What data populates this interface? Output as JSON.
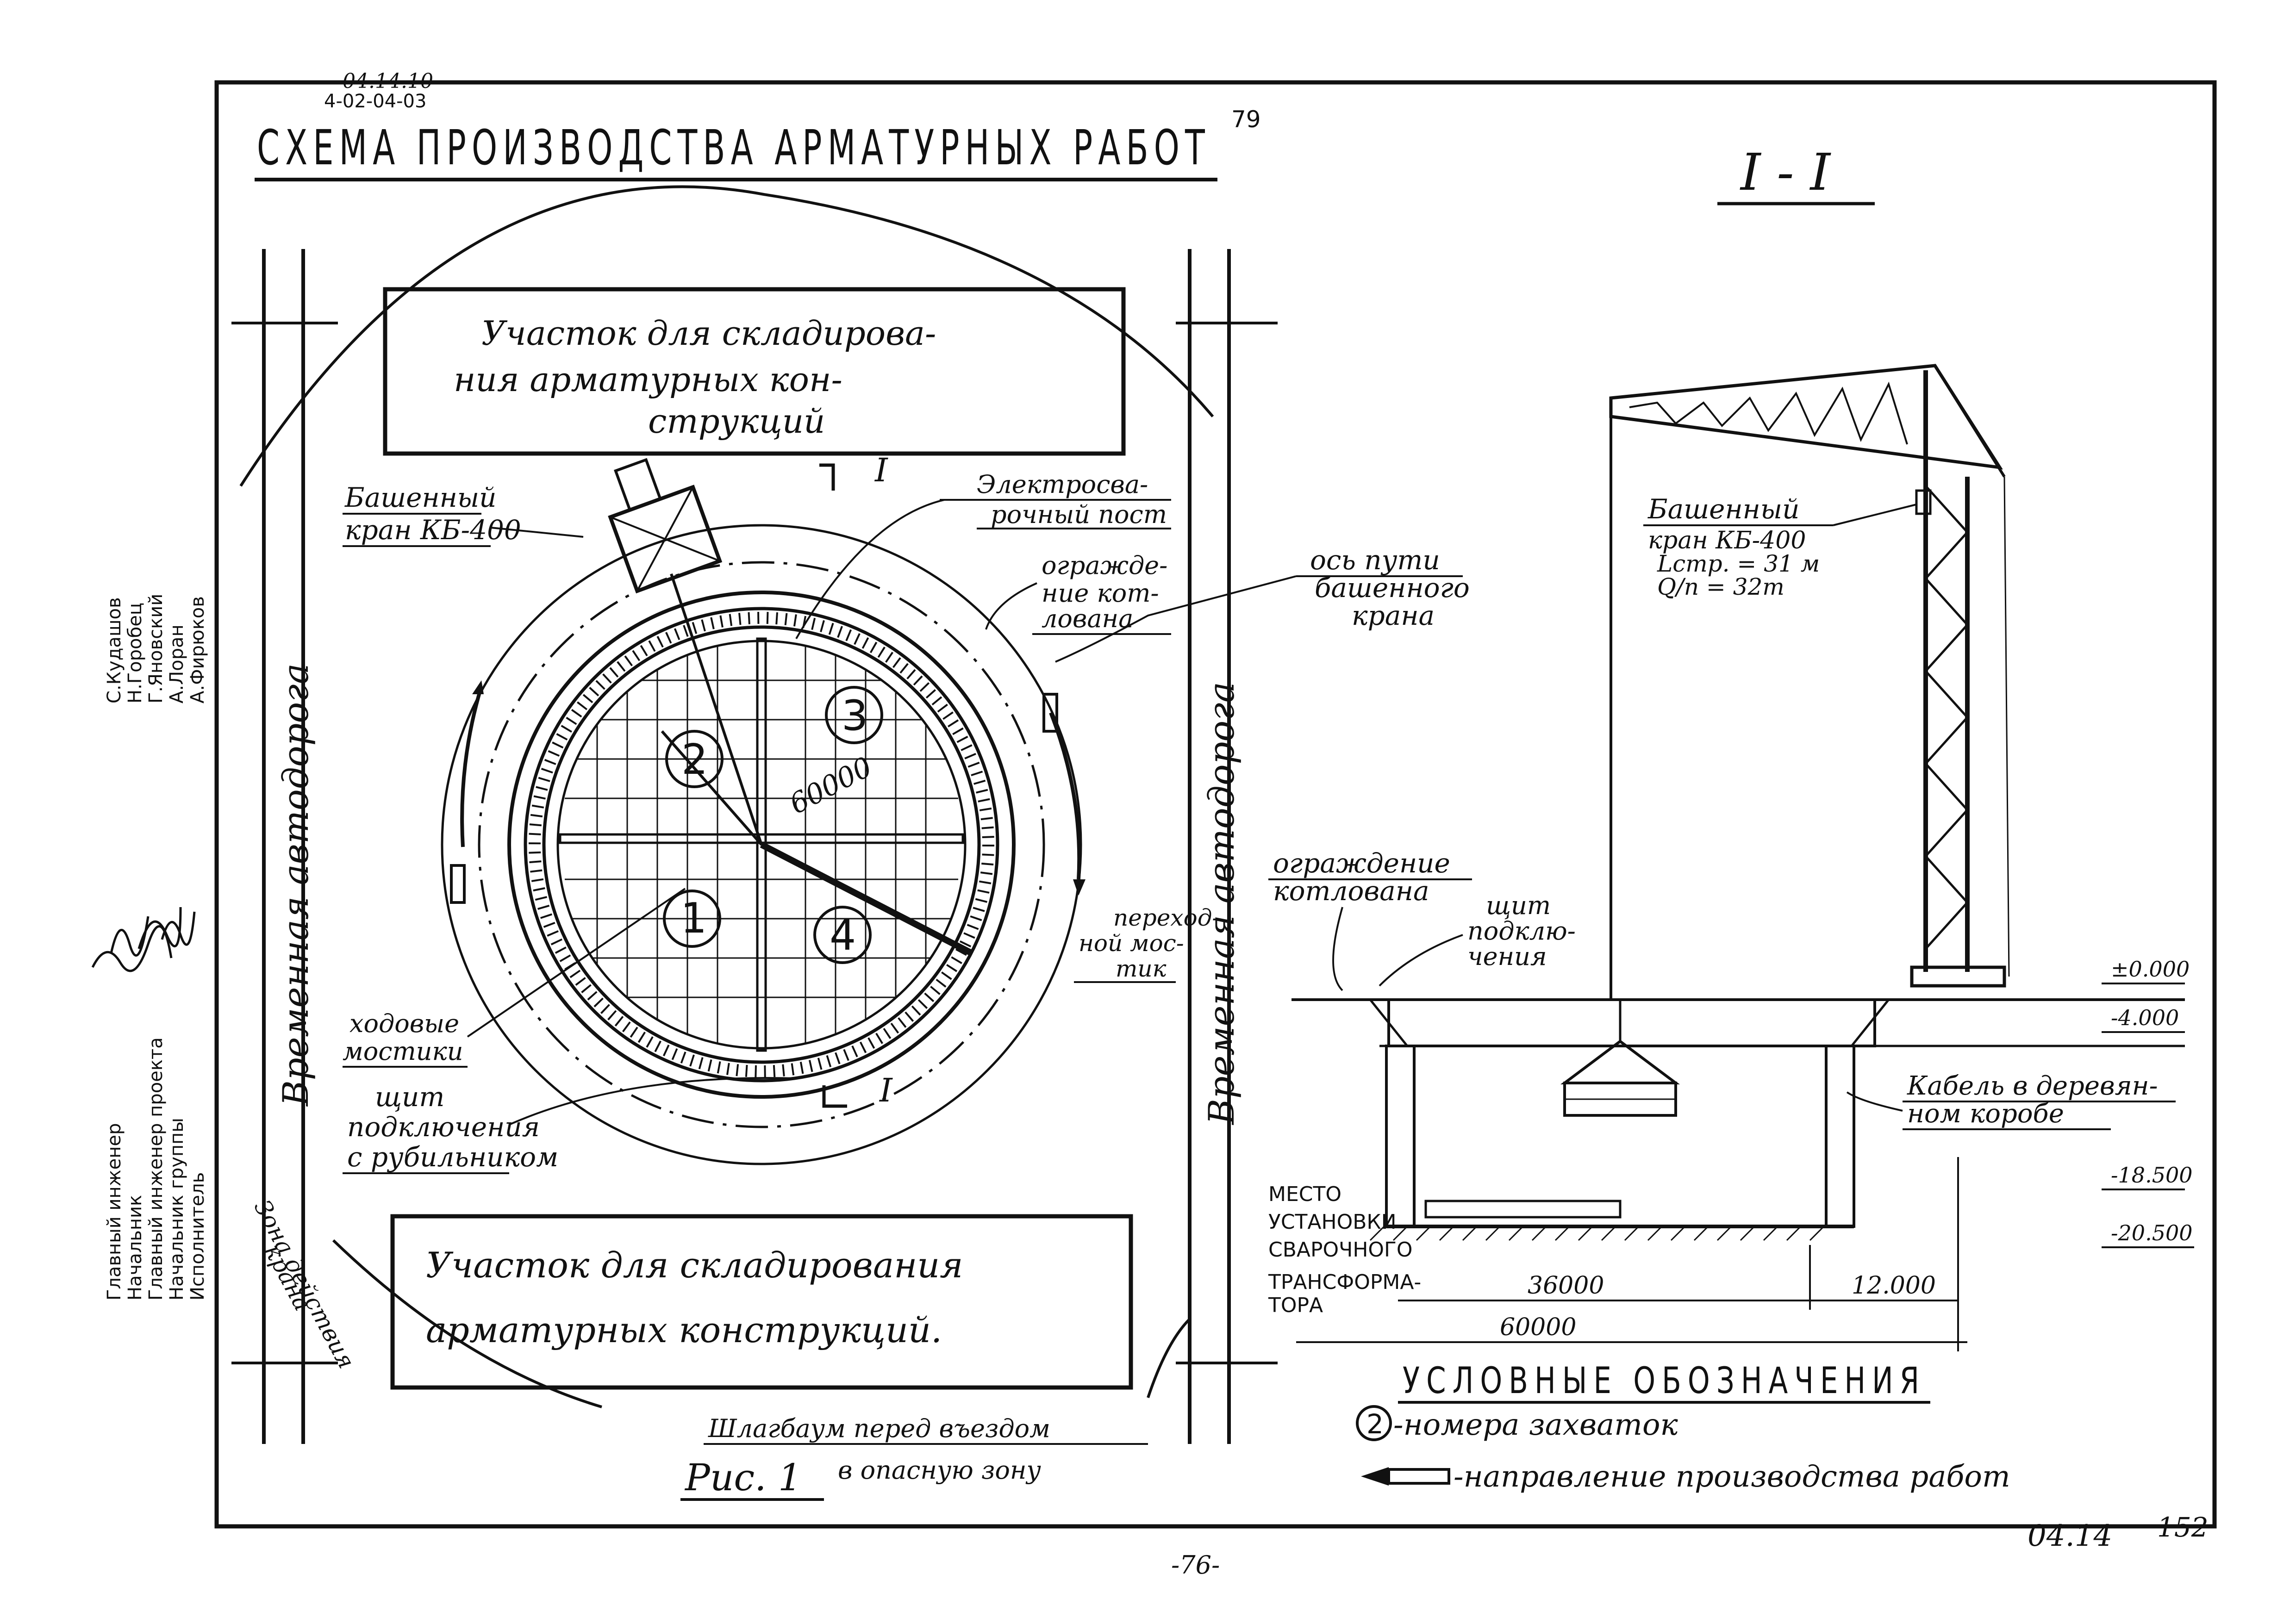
{
  "sheet": {
    "doc_code_top": "04.14.10",
    "doc_code": "4-02-04-03",
    "title": "СХЕМА ПРОИЗВОДСТВА АРМАТУРНЫХ РАБОТ",
    "page_number": "79",
    "section_label": "I - I",
    "figure_label": "Рис. 1",
    "footer_page": "-76-",
    "footer_code": "04.14",
    "footer_number": "152"
  },
  "plan": {
    "storage_top": [
      "Участок для складирова-",
      "ния арматурных кон-",
      "струкций"
    ],
    "storage_bottom": [
      "Участок для складирования",
      "арматурных конструкций."
    ],
    "road_label": "Временная автодорога",
    "crane_label": [
      "Башенный",
      "кран КБ-400"
    ],
    "welding_post": [
      "Электросва-",
      "рочный пост"
    ],
    "pit_fence": [
      "огражде-",
      "ние кот-",
      "лована"
    ],
    "crane_track_axis": [
      "ось пути",
      "башенного",
      "крана"
    ],
    "walkways": [
      "ходовые",
      "мостики"
    ],
    "switchboard": [
      "щит",
      "подключения",
      "с рубильником"
    ],
    "transition_bridge": [
      "переход-",
      "ной мос-",
      "тик"
    ],
    "crane_zone": [
      "Зона действия",
      "крана"
    ],
    "barrier": [
      "Шлагбаум перед въездом",
      "в опасную зону"
    ],
    "dimension_radius": "60000",
    "section_mark": "I",
    "zones": [
      "1",
      "2",
      "3",
      "4"
    ]
  },
  "section": {
    "crane_label": [
      "Башенный",
      "кран КБ-400",
      "Lстр. = 31 м",
      "Q/п = 32т"
    ],
    "pit_fence": [
      "ограждение",
      "котлована"
    ],
    "switchboard": [
      "щит",
      "подклю-",
      "чения"
    ],
    "cable": [
      "Кабель в деревян-",
      "ном коробе"
    ],
    "transformer": [
      "МЕСТО",
      "УСТАНОВКИ",
      "СВАРОЧНОГО",
      "ТРАНСФОРМА-",
      "ТОРА"
    ],
    "levels": [
      "±0.000",
      "-4.000",
      "-18.500",
      "-20.500"
    ],
    "dims": [
      "36000",
      "12.000",
      "60000"
    ]
  },
  "legend": {
    "title": "УСЛОВНЫЕ ОБОЗНАЧЕНИЯ",
    "marker": "2",
    "item1": "-номера захваток",
    "item2": "-направление производства работ"
  },
  "stamp": {
    "roles": [
      "Главный инженер",
      "Начальник",
      "Главный инженер проекта",
      "Начальник группы",
      "Исполнитель"
    ],
    "names": [
      "С.Кудашов",
      "Н.Горобец",
      "Г.Яновский",
      "А.Лоран",
      "А.Фирюков"
    ]
  }
}
